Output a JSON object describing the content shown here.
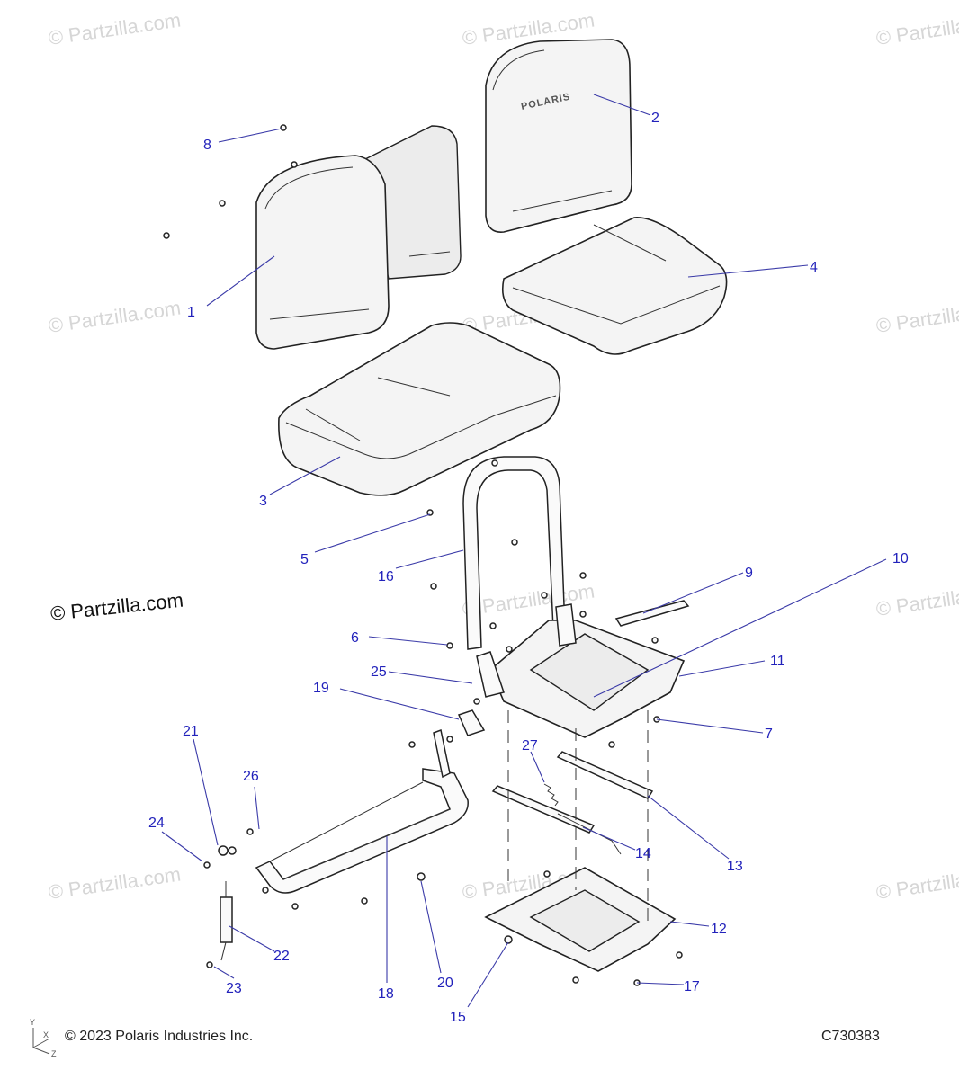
{
  "watermark": "© Partzilla.com",
  "brand_overlay": "© Partzilla.com",
  "logo_text": "POLARIS",
  "copyright": "© 2023 Polaris Industries Inc.",
  "diagram_code": "C730383",
  "axes": {
    "x": "X",
    "y": "Y",
    "z": "Z"
  },
  "callouts": [
    "1",
    "2",
    "3",
    "4",
    "5",
    "6",
    "7",
    "8",
    "9",
    "10",
    "11",
    "12",
    "13",
    "14",
    "15",
    "16",
    "17",
    "18",
    "19",
    "20",
    "21",
    "22",
    "23",
    "24",
    "25",
    "26",
    "27"
  ]
}
